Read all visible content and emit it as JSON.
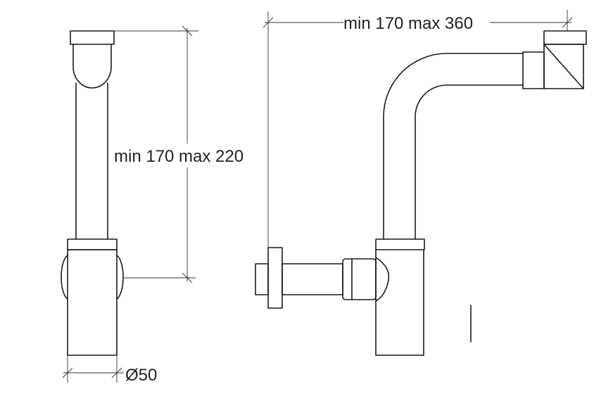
{
  "labels": {
    "left_height": "min 170 max 220",
    "right_width": "min 170 max 360",
    "diameter": "Ø50"
  }
}
